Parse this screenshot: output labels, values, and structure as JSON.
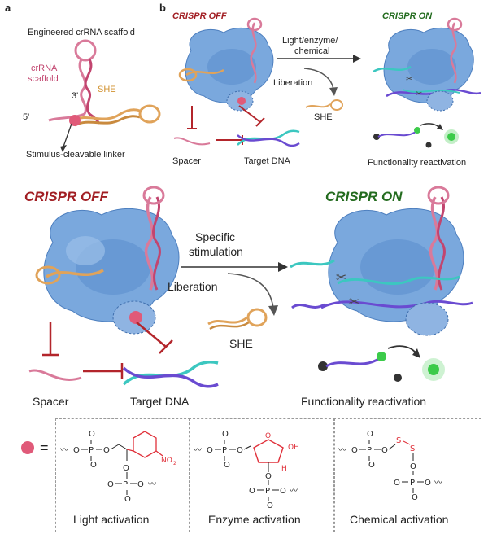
{
  "panel_a": {
    "letter": "a",
    "title": "Engineered crRNA scaffold",
    "scaffold_label_line1": "crRNA",
    "scaffold_label_line2": "scaffold",
    "prime3": "3'",
    "prime5": "5'",
    "she": "SHE",
    "linker": "Stimulus-cleavable linker"
  },
  "panel_b": {
    "letter": "b",
    "off": "CRISPR OFF",
    "on": "CRISPR ON",
    "stimulus_line1": "Light/enzyme/",
    "stimulus_line2": "chemical",
    "liberation": "Liberation",
    "she": "SHE",
    "spacer": "Spacer",
    "target": "Target DNA",
    "reactivation": "Functionality reactivation"
  },
  "main": {
    "off": "CRISPR OFF",
    "on": "CRISPR ON",
    "stim_line1": "Specific",
    "stim_line2": "stimulation",
    "liberation": "Liberation",
    "she": "SHE",
    "spacer": "Spacer",
    "target": "Target DNA",
    "reactivation": "Functionality reactivation"
  },
  "chemistry": {
    "equals": "=",
    "no2": "NO",
    "no2_sub": "2",
    "oh": "OH",
    "h": "H",
    "phosphate_o": "O",
    "phosphate_p": "P",
    "sulfur": "S",
    "minus": "–",
    "boxes": [
      {
        "label": "Light activation"
      },
      {
        "label": "Enzyme activation"
      },
      {
        "label": "Chemical activation"
      }
    ]
  },
  "colors": {
    "protein": "#6f9fd8",
    "protein_dark": "#3f6fae",
    "crrna": "#d97a9a",
    "she": "#e0a35a",
    "inhibit": "#b3252b",
    "dna_teal": "#3cc7c0",
    "dna_purple": "#6a4bd1",
    "green": "#3ccb4a",
    "chem_red": "#e0303a"
  }
}
